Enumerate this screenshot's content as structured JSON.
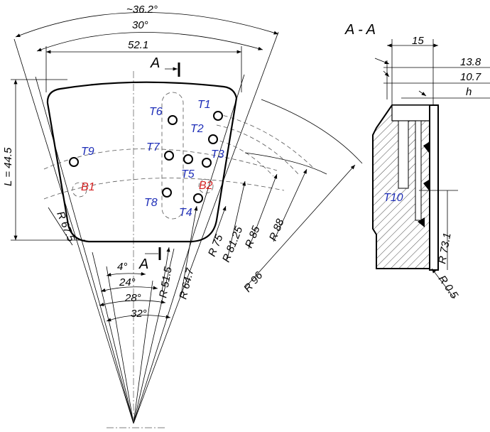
{
  "angles": {
    "top_approx": "~36.2°",
    "top": "30°",
    "a4": "4°",
    "a24": "24°",
    "a28": "28°",
    "a32": "32°"
  },
  "dims": {
    "width": "52.1",
    "length": "L = 44.5",
    "r675": "R 67.5",
    "r515": "R 51.5",
    "r647": "R 64.7",
    "r75": "R 75",
    "r8125": "R 81.25",
    "r85": "R 85",
    "r88": "R 88",
    "r96": "R 96"
  },
  "section": {
    "marker_top": "A",
    "marker_bottom": "A",
    "title": "A - A",
    "d15": "15",
    "d138": "13.8",
    "d107": "10.7",
    "dh": "h",
    "r731": "R 73.1",
    "r05": "R 0.5"
  },
  "sensors": {
    "t1": "T1",
    "t2": "T2",
    "t3": "T3",
    "t4": "T4",
    "t5": "T5",
    "t6": "T6",
    "t7": "T7",
    "t8": "T8",
    "t9": "T9",
    "t10": "T10",
    "b1": "B1",
    "b2": "B2"
  },
  "colors": {
    "sensor_label": "#1f2fb8",
    "burnout_label": "#d42020",
    "line": "#000000"
  }
}
